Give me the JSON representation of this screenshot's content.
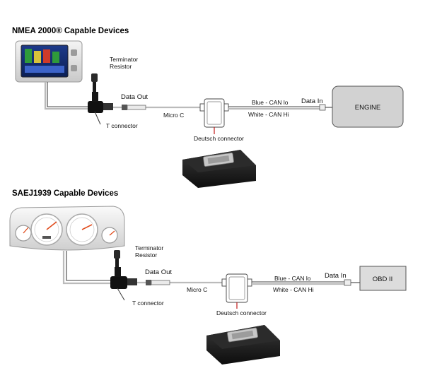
{
  "sections": {
    "nmea": {
      "title": "NMEA 2000® Capable Devices",
      "terminator": [
        "Terminator",
        "Resistor"
      ],
      "t_connector": "T connector",
      "data_out": "Data Out",
      "micro_c": "Micro C",
      "deutsch": "Deutsch connector",
      "blue": "Blue - CAN lo",
      "white": "White - CAN Hi",
      "data_in": "Data In",
      "target": "ENGINE"
    },
    "sae": {
      "title": "SAEJ1939 Capable Devices",
      "terminator": [
        "Terminator",
        "Resistor"
      ],
      "t_connector": "T connector",
      "data_out": "Data Out",
      "micro_c": "Micro C",
      "deutsch": "Deutsch connector",
      "blue": "Blue - CAN lo",
      "white": "White - CAN Hi",
      "data_in": "Data In",
      "target": "OBD II"
    }
  },
  "colors": {
    "engine_fill": "#d2d2d2",
    "obd_fill": "#dcdcdc",
    "module_body": "#1b1b1b",
    "cable": "#444444",
    "gauge_needle": "#e04a1a"
  }
}
